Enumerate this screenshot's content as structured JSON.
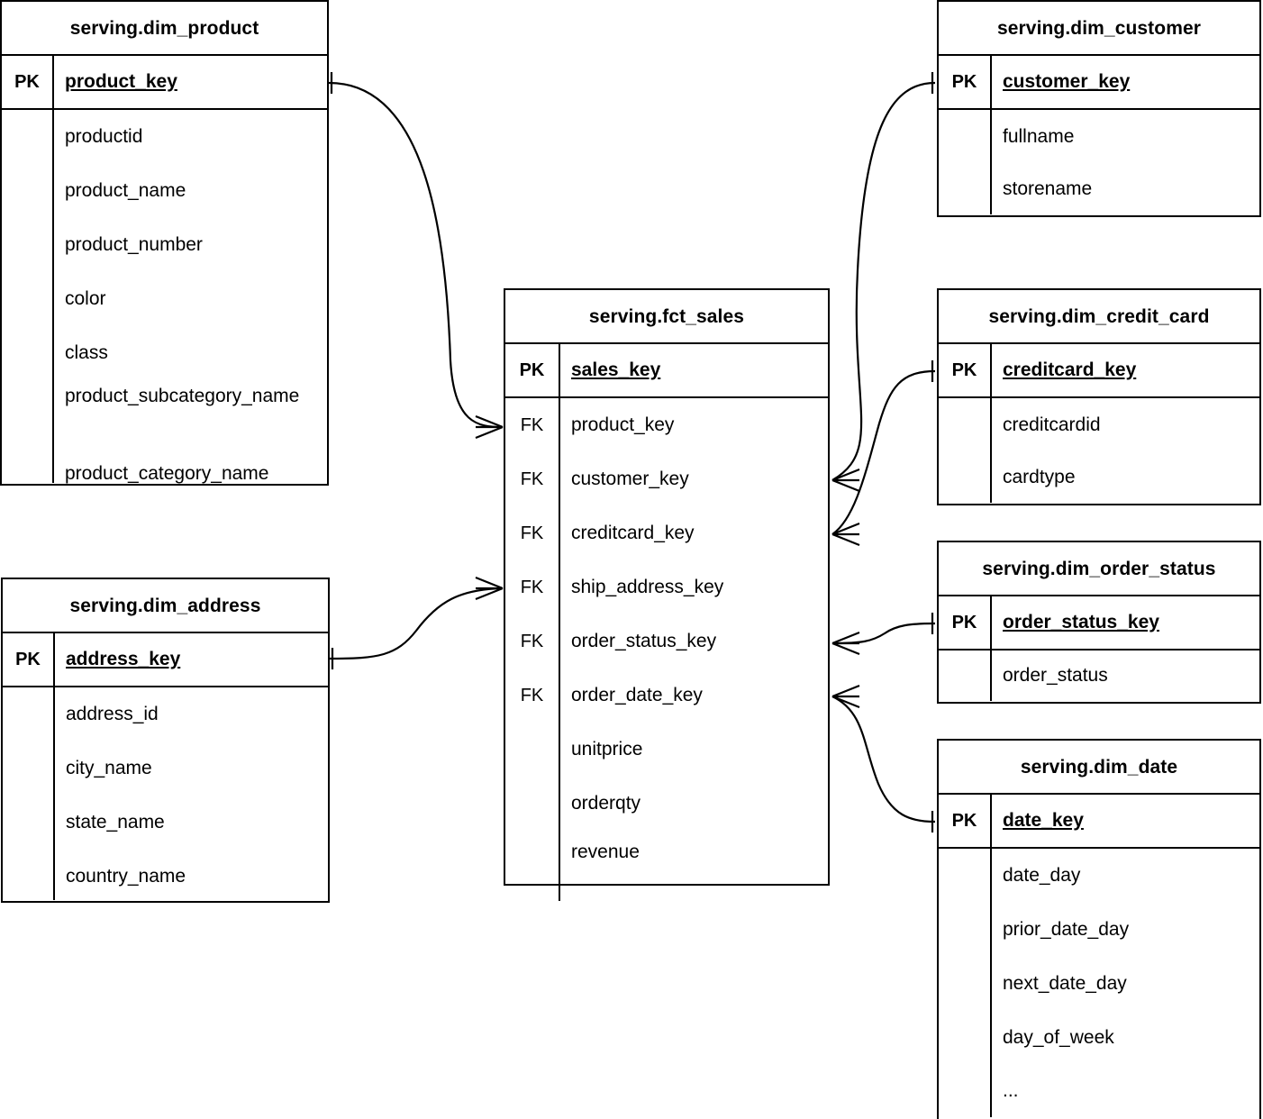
{
  "diagram": {
    "kind": "entity-relationship-diagram",
    "notation": "crow's-foot",
    "background_color": "#ffffff",
    "line_color": "#000000"
  },
  "entities": [
    {
      "id": "dim_product",
      "title": "serving.dim_product",
      "pk": {
        "marker": "PK",
        "name": "product_key"
      },
      "attributes": [
        "productid",
        "product_name",
        "product_number",
        "color",
        "class",
        "product_subcategory_name",
        "product_category_name"
      ]
    },
    {
      "id": "dim_address",
      "title": "serving.dim_address",
      "pk": {
        "marker": "PK",
        "name": "address_key"
      },
      "attributes": [
        "address_id",
        "city_name",
        "state_name",
        "country_name"
      ]
    },
    {
      "id": "fct_sales",
      "title": "serving.fct_sales",
      "pk": {
        "marker": "PK",
        "name": "sales_key"
      },
      "foreign_keys": [
        {
          "marker": "FK",
          "name": "product_key"
        },
        {
          "marker": "FK",
          "name": "customer_key"
        },
        {
          "marker": "FK",
          "name": "creditcard_key"
        },
        {
          "marker": "FK",
          "name": "ship_address_key"
        },
        {
          "marker": "FK",
          "name": "order_status_key"
        },
        {
          "marker": "FK",
          "name": "order_date_key"
        }
      ],
      "measures": [
        "unitprice",
        "orderqty",
        "revenue"
      ]
    },
    {
      "id": "dim_customer",
      "title": "serving.dim_customer",
      "pk": {
        "marker": "PK",
        "name": "customer_key"
      },
      "attributes": [
        "fullname",
        "storename"
      ]
    },
    {
      "id": "dim_credit_card",
      "title": "serving.dim_credit_card",
      "pk": {
        "marker": "PK",
        "name": "creditcard_key"
      },
      "attributes": [
        "creditcardid",
        "cardtype"
      ]
    },
    {
      "id": "dim_order_status",
      "title": "serving.dim_order_status",
      "pk": {
        "marker": "PK",
        "name": "order_status_key"
      },
      "attributes": [
        "order_status"
      ]
    },
    {
      "id": "dim_date",
      "title": "serving.dim_date",
      "pk": {
        "marker": "PK",
        "name": "date_key"
      },
      "attributes": [
        "date_day",
        "prior_date_day",
        "next_date_day",
        "day_of_week",
        "..."
      ]
    }
  ],
  "relationships": [
    {
      "from": "dim_product.product_key",
      "to": "fct_sales.product_key",
      "from_cardinality": "one",
      "to_cardinality": "many"
    },
    {
      "from": "dim_customer.customer_key",
      "to": "fct_sales.customer_key",
      "from_cardinality": "one",
      "to_cardinality": "many"
    },
    {
      "from": "dim_credit_card.creditcard_key",
      "to": "fct_sales.creditcard_key",
      "from_cardinality": "one",
      "to_cardinality": "many"
    },
    {
      "from": "dim_address.address_key",
      "to": "fct_sales.ship_address_key",
      "from_cardinality": "one",
      "to_cardinality": "many"
    },
    {
      "from": "dim_order_status.order_status_key",
      "to": "fct_sales.order_status_key",
      "from_cardinality": "one",
      "to_cardinality": "many"
    },
    {
      "from": "dim_date.date_key",
      "to": "fct_sales.order_date_key",
      "from_cardinality": "one",
      "to_cardinality": "many"
    }
  ]
}
